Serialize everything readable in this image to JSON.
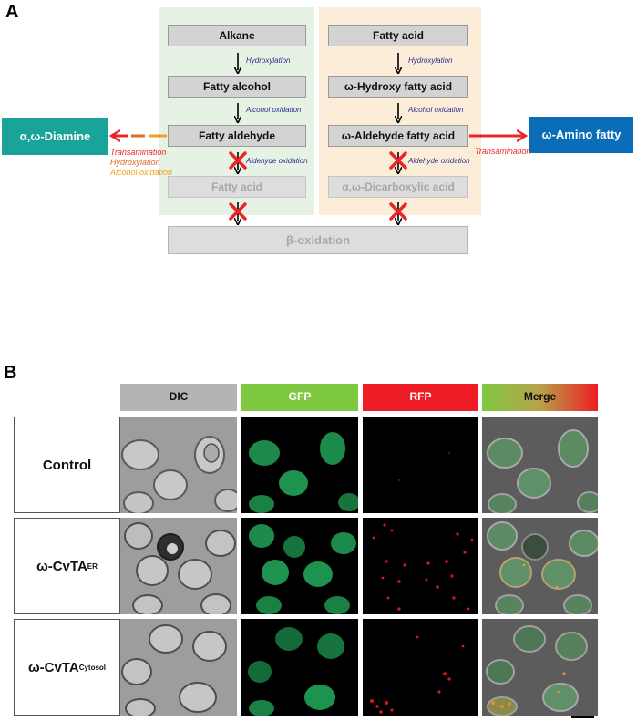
{
  "panel_a": {
    "label": "A",
    "left_column": {
      "alkane": "Alkane",
      "hydroxylation": "Hydroxylation",
      "fatty_alcohol": "Fatty alcohol",
      "alcohol_oxidation": "Alcohol oxidation",
      "fatty_aldehyde": "Fatty aldehyde",
      "aldehyde_oxidation": "Aldehyde oxidation",
      "fatty_acid": "Fatty acid"
    },
    "right_column": {
      "fatty_acid": "Fatty acid",
      "hydroxylation": "Hydroxylation",
      "hydroxy_fatty_acid": "ω-Hydroxy fatty acid",
      "alcohol_oxidation": "Alcohol oxidation",
      "aldehyde_fatty_acid": "ω-Aldehyde fatty acid",
      "aldehyde_oxidation": "Aldehyde oxidation",
      "dicarboxylic_acid": "α,ω-Dicarboxylic acid"
    },
    "beta_oxidation": "β-oxidation",
    "diamine": "α,ω-Diamine",
    "amino_fatty_acid": "ω-Amino fatty acid",
    "left_steps": {
      "transamination": "Transamination",
      "hydroxylation": "Hydroxylation",
      "alcohol_oxidation": "Alcohol oxidation"
    },
    "right_step": "Transamination",
    "colors": {
      "diamine_box": "#1aa398",
      "amino_box": "#0a6db8",
      "arrow_red": "#e8262a",
      "transamination": "#e8262a",
      "hydroxylation": "#e26a2a",
      "alcohol_oxidation": "#f0a020",
      "step_text": "#2e2e8f"
    }
  },
  "panel_b": {
    "label": "B",
    "columns": [
      "DIC",
      "GFP",
      "RFP",
      "Merge"
    ],
    "rows": [
      {
        "main": "Control",
        "sub": ""
      },
      {
        "main": "ω-CvTA",
        "sub": "ER"
      },
      {
        "main": "ω-CvTA",
        "sub": "Cytosol"
      }
    ],
    "colors": {
      "dic_header": "#b4b4b4",
      "gfp_header": "#7fc941",
      "rfp_header": "#ee1c24"
    }
  }
}
